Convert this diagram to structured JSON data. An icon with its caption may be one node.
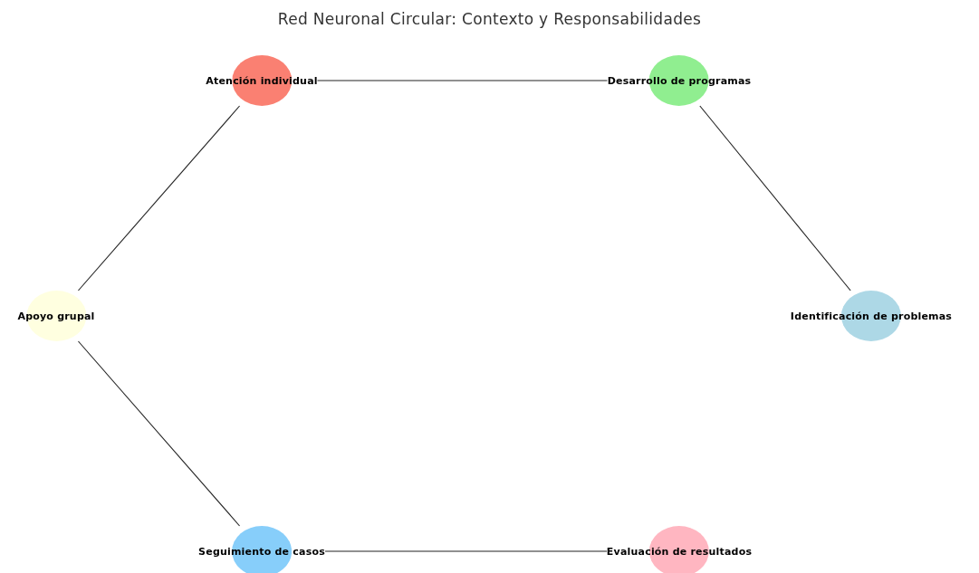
{
  "diagram": {
    "title": "Red Neuronal Circular: Contexto y Responsabilidades",
    "nodes": [
      {
        "text": [
          "Atención individual"
        ]
      },
      {
        "text": [
          "Desarrollo de programas"
        ]
      },
      {
        "text": [
          "Apoyo grupal"
        ]
      },
      {
        "text": [
          "Identificación de problemas"
        ]
      },
      {
        "text": [
          "Seguimiento de casos"
        ]
      },
      {
        "text": [
          "Evaluación de resultados"
        ]
      }
    ],
    "edges": [
      {
        "from": 0,
        "to": 1,
        "arrow": "none"
      },
      {
        "from": 1,
        "to": 3,
        "arrow": "none"
      },
      {
        "from": 2,
        "to": 0,
        "arrow": "none"
      },
      {
        "from": 2,
        "to": 4,
        "arrow": "none"
      },
      {
        "from": 4,
        "to": 5,
        "arrow": "none"
      }
    ]
  }
}
